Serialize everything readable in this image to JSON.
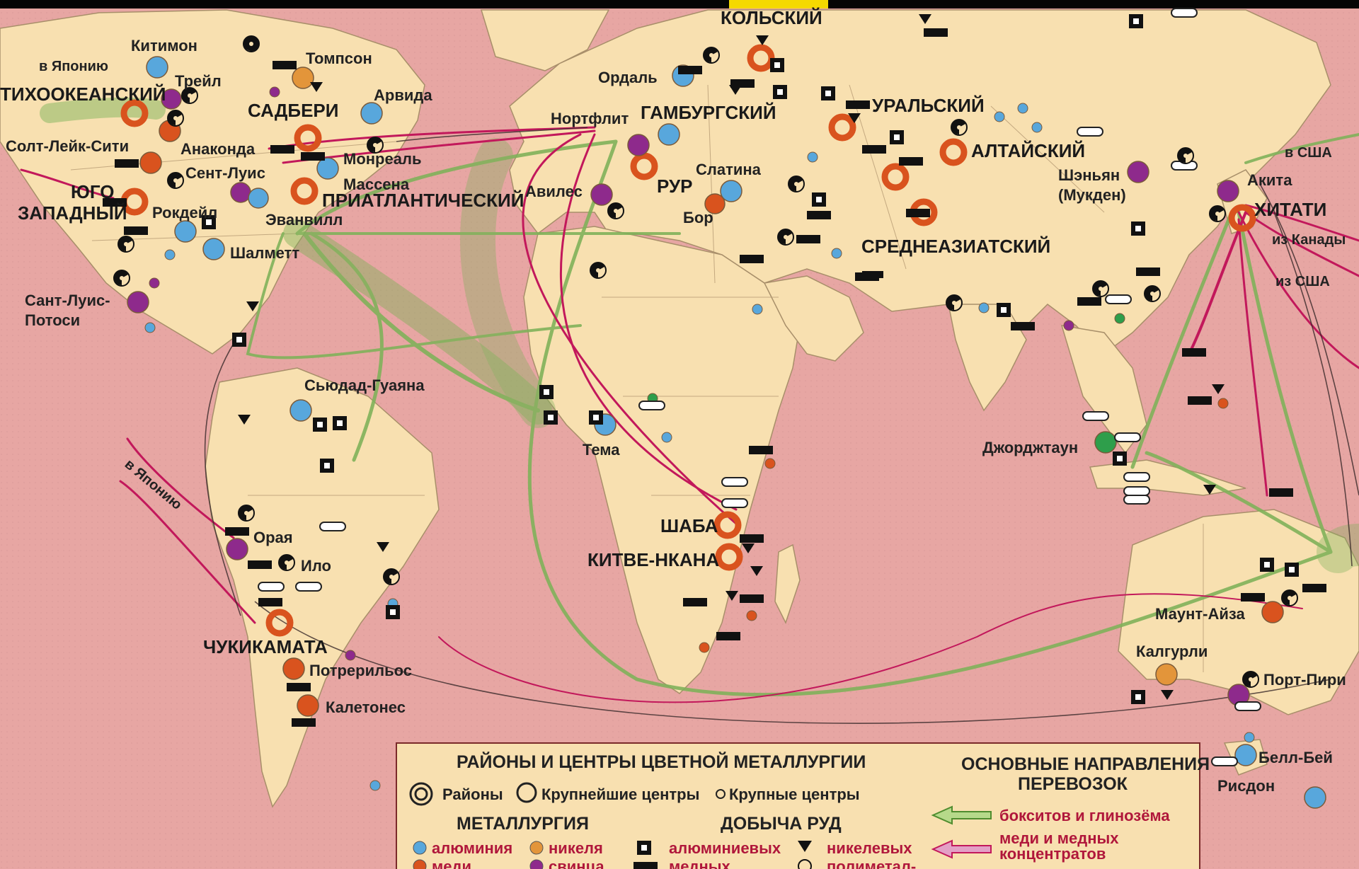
{
  "map": {
    "legend": {
      "title": "РАЙОНЫ И ЦЕНТРЫ ЦВЕТНОЙ МЕТАЛЛУРГИИ",
      "districts": "Районы",
      "largest_centers": "Крупнейшие центры",
      "large_centers": "Крупные центры",
      "metallurgy_head": "МЕТАЛЛУРГИЯ",
      "aluminium": "алюминия",
      "nickel": "никеля",
      "copper": "меди",
      "lead": "свинца",
      "mining_head": "ДОБЫЧА РУД",
      "ore_aluminium": "алюминиевых",
      "ore_nickel": "никелевых",
      "ore_copper": "медных",
      "ore_poly": "полиметал-",
      "routes_head_1": "ОСНОВНЫЕ НАПРАВЛЕНИЯ",
      "routes_head_2": "ПЕРЕВОЗОК",
      "route_bauxite": "бокситов и глинозёма",
      "route_copper_1": "меди и медных",
      "route_copper_2": "концентратов"
    },
    "regions": {
      "pacific": "ТИХООКЕАНСКИЙ",
      "sudbury": "САДБЕРИ",
      "atlantic": "ПРИАТЛАНТИЧЕСКИЙ",
      "southwest_1": "ЮГО",
      "southwest_2": "ЗАПАДНЫЙ",
      "kola": "КОЛЬСКИЙ",
      "hamburg": "ГАМБУРГСКИЙ",
      "ruhr": "РУР",
      "ural": "УРАЛЬСКИЙ",
      "altai": "АЛТАЙСКИЙ",
      "central_asia": "СРЕДНЕАЗИАТСКИЙ",
      "hitachi": "ХИТАТИ",
      "shaba": "ШАБА",
      "kitwe": "КИТВЕ-НКАНА",
      "chuquicamata": "ЧУКИКАМАТА"
    },
    "places": {
      "kitimat": "Китимон",
      "trail": "Трейл",
      "thompson": "Томпсон",
      "arvida": "Арвида",
      "salt_lake": "Солт-Лейк-Сити",
      "anaconda": "Анаконда",
      "montreal": "Монреаль",
      "massena": "Массена",
      "st_louis": "Сент-Луис",
      "rockdale": "Рокдейл",
      "evansville": "Эванвилл",
      "chalmette": "Шалметт",
      "san_luis_1": "Сант-Луис-",
      "san_luis_2": "Потоси",
      "ciudad_guayana": "Сьюдад-Гуаяна",
      "oroya": "Орая",
      "ilo": "Ило",
      "potrerillos": "Потрерильос",
      "caletones": "Калетонес",
      "ardal": "Ордаль",
      "northfleet": "Нортфлит",
      "aviles": "Авилес",
      "slatina": "Слатина",
      "bor": "Бор",
      "tema": "Тема",
      "shenyang_1": "Шэньян",
      "shenyang_2": "(Мукден)",
      "akita": "Акита",
      "georgetown": "Джорджтаун",
      "mount_isa": "Маунт-Айза",
      "kalgoorlie": "Калгурли",
      "port_pirie": "Порт-Пири",
      "bell_bay": "Белл-Бей",
      "risdon": "Рисдон"
    },
    "flows": {
      "to_japan_1": "в Японию",
      "to_japan_2": "в Японию",
      "to_usa": "в США",
      "from_canada": "из Канады",
      "from_usa": "из США"
    }
  }
}
